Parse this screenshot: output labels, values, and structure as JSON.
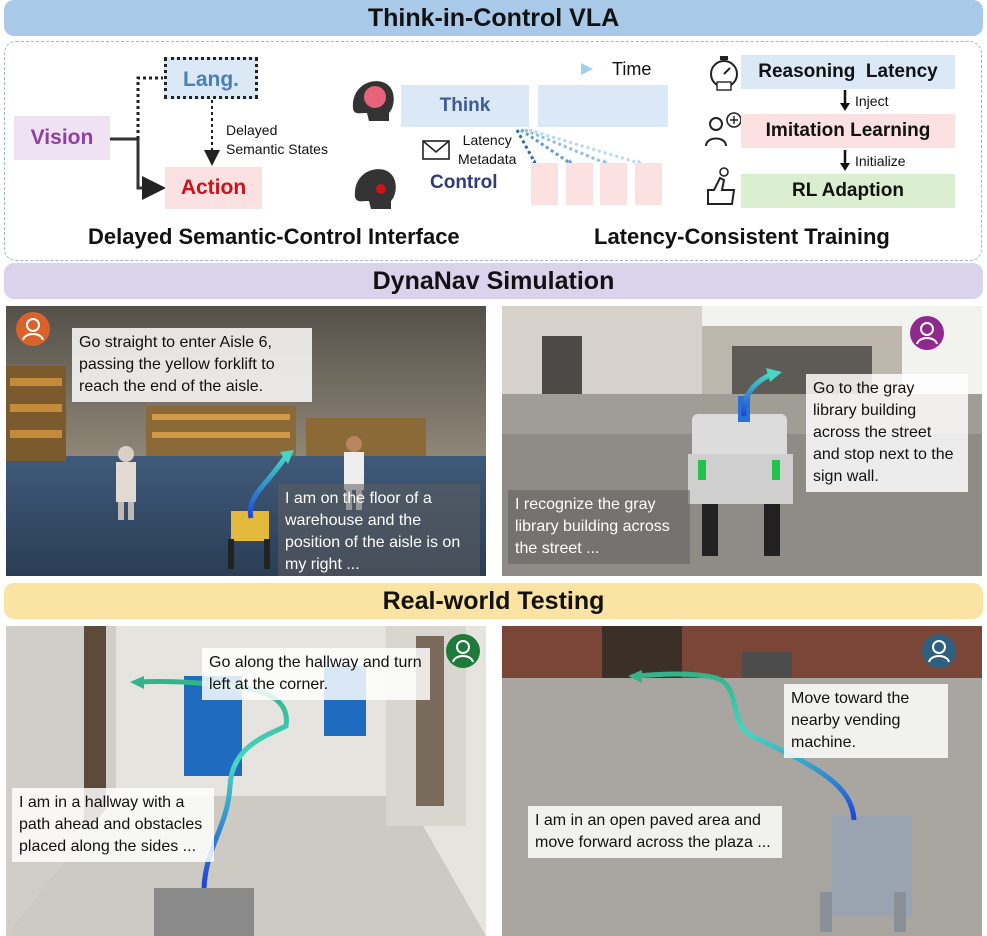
{
  "banners": {
    "top": "Think-in-Control VLA",
    "sim": "DynaNav Simulation",
    "real": "Real-world Testing"
  },
  "interface": {
    "vision": "Vision",
    "lang": "Lang.",
    "action": "Action",
    "delayed_line1": "Delayed",
    "delayed_line2": "Semantic States",
    "caption": "Delayed Semantic-Control Interface"
  },
  "timeline": {
    "time": "Time",
    "think": "Think",
    "latency_line1": "Latency",
    "latency_line2": "Metadata",
    "control": "Control"
  },
  "training": {
    "step1": "Reasoning  Latency",
    "arrow1": "Inject",
    "step2": "Imitation Learning",
    "arrow2": "Initialize",
    "step3": "RL Adaption",
    "caption": "Latency-Consistent Training"
  },
  "sim_left": {
    "instruction": "Go straight to enter Aisle 6, passing the yellow forklift to reach the end of the aisle.",
    "thought": "I am on the floor of a warehouse and the position of the aisle is on my right ..."
  },
  "sim_right": {
    "instruction": "Go to the gray library building across the street and stop next to the sign wall.",
    "thought": "I recognize the gray library building across the street ..."
  },
  "real_left": {
    "instruction": "Go along the hallway and turn left at the corner.",
    "thought": "I am in a hallway with a path ahead and obstacles placed along the sides ..."
  },
  "real_right": {
    "instruction": "Move toward the nearby vending machine.",
    "thought": "I am in an open paved area and move forward across the plaza ..."
  },
  "colors": {
    "avatar1": "#d9622b",
    "avatar2": "#8e2a8e",
    "avatar3": "#1d7a3a",
    "avatar4": "#2e5f7e"
  }
}
